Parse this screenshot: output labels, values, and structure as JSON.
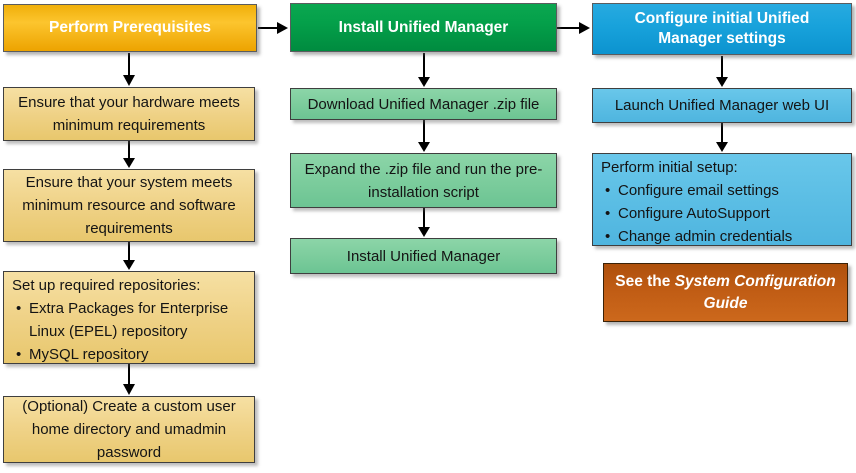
{
  "diagram": {
    "type": "flowchart",
    "colors": {
      "gold_header": "#F0AC00",
      "green_header": "#009A48",
      "blue_header": "#159FD9",
      "tan_step": "#EFD287",
      "light_green_step": "#7BCC9C",
      "light_blue_step": "#5ABDE4",
      "orange_note": "#C05C14",
      "arrow": "#000000",
      "step_text": "#141414",
      "header_text": "#FFFFFF"
    },
    "col1": {
      "header": "Perform Prerequisites",
      "step1": "Ensure that your hardware meets minimum requirements",
      "step2": "Ensure that your system meets minimum resource and software requirements",
      "step3_title": "Set up required repositories:",
      "step3_bullet1": "Extra Packages for Enterprise Linux (EPEL) repository",
      "step3_bullet2": "MySQL repository",
      "step4": "(Optional) Create a custom user home directory and umadmin password"
    },
    "col2": {
      "header": "Install Unified Manager",
      "step1": "Download Unified Manager .zip file",
      "step2": "Expand the .zip file and run the pre-installation script",
      "step3": "Install Unified Manager"
    },
    "col3": {
      "header": "Configure initial Unified Manager settings",
      "step1": "Launch Unified Manager web UI",
      "step2_title": "Perform initial setup:",
      "step2_bullet1": "Configure email settings",
      "step2_bullet2": "Configure AutoSupport",
      "step2_bullet3": "Change admin credentials",
      "note_prefix": "See the",
      "note_italic": "System Configuration Guide"
    }
  }
}
